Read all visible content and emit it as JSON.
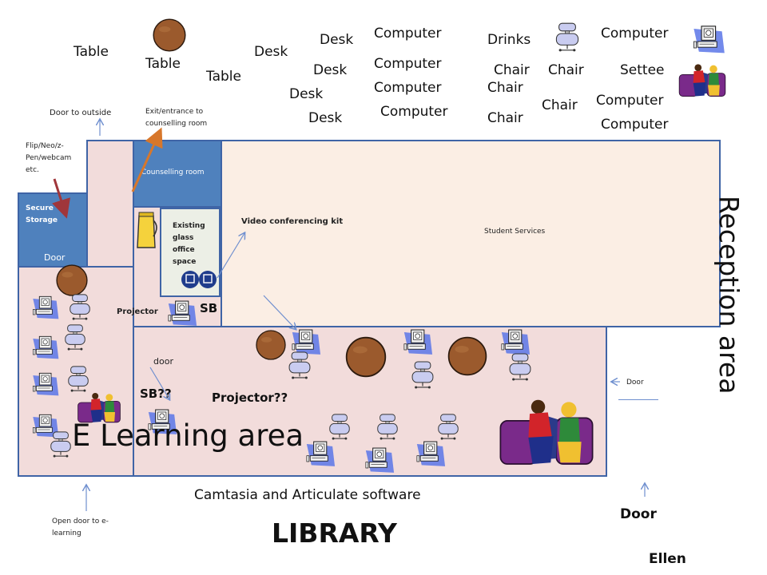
{
  "legend": {
    "table_1": "Table",
    "table_2": "Table",
    "table_3": "Table",
    "desk_1": "Desk",
    "desk_2": "Desk",
    "desk_3": "Desk",
    "desk_4": "Desk",
    "desk_5": "Desk",
    "computer_1": "Computer",
    "computer_2": "Computer",
    "computer_3": "Computer",
    "computer_4": "Computer",
    "computer_5": "Computer",
    "computer_6": "Computer",
    "computer_7": "Computer",
    "drinks": "Drinks",
    "chair_1": "Chair",
    "chair_2": "Chair",
    "chair_3": "Chair",
    "chair_4": "Chair",
    "chair_5": "Chair",
    "settee": "Settee"
  },
  "plan": {
    "door_outside": "Door to outside",
    "exit_counselling": "Exit/entrance to counselling room",
    "flip_note": "Flip/Neo/z-Pen/webcam etc.",
    "secure_storage": "Secure Storage",
    "storage_door": "Door",
    "counselling_room": "Counselling room",
    "glass_office": "Existing glass office space",
    "video_kit": "Video conferencing kit",
    "student_services": "Student Services",
    "reception": "Reception area",
    "projector": "Projector",
    "sb": "SB",
    "inner_door": "door",
    "sb_q": "SB??",
    "projector_q": "Projector??",
    "right_door": "Door",
    "elearning": "E Learning area",
    "software": "Camtasia and Articulate software",
    "open_door": "Open door to e-learning",
    "library": "LIBRARY",
    "bottom_door": "Door",
    "ellen": "Ellen"
  },
  "colors": {
    "pink_room": "#f2dcdb",
    "blue_room": "#4f81bd",
    "beige_room": "#fbeee4",
    "wall": "#3f64a6",
    "arrow_orange": "#d7772b",
    "arrow_red": "#a0363b",
    "arrow_blue": "#6f8fcf"
  },
  "icons": [
    "round-table-icon",
    "computer-icon",
    "office-chair-icon",
    "settee-icon",
    "drinks-jug-icon",
    "video-conference-icon"
  ]
}
